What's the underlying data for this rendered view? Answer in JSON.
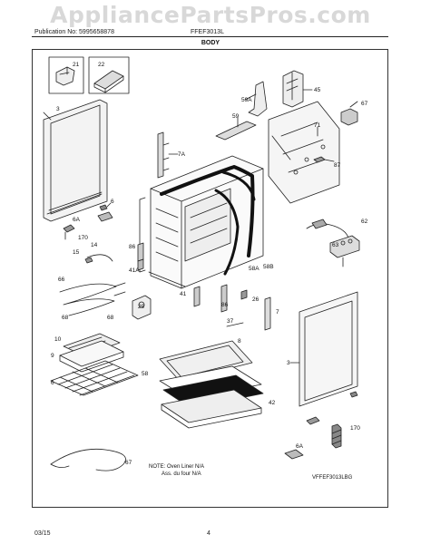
{
  "watermark": "AppliancePartsPros.com",
  "header": {
    "publication_label": "Publication No: 5995658878",
    "model": "FFEF3013L",
    "section_title": "BODY"
  },
  "callouts": {
    "c21": "21",
    "c22": "22",
    "c45": "45",
    "c59A": "59A",
    "c59": "59",
    "c71": "71",
    "c67a": "67",
    "c87": "87",
    "c3a": "3",
    "c7A": "7A",
    "c6a": "6",
    "c6Aa": "6A",
    "c170a": "170",
    "c62": "62",
    "c63": "63",
    "c15": "15",
    "c14": "14",
    "c86": "86",
    "c41A": "41A",
    "c58A": "58A",
    "c58B": "58B",
    "c66": "66",
    "c41": "41",
    "c29": "29",
    "c26": "26",
    "c86b": "86",
    "c68a": "68",
    "c68b": "68",
    "c7": "7",
    "c37": "37",
    "c10": "10",
    "c9": "9",
    "c8": "8",
    "c3b": "3",
    "c6b": "6",
    "c58": "58",
    "c42": "42",
    "c6Ab": "6A",
    "c170b": "170",
    "c67b": "67"
  },
  "notes": {
    "line1": "NOTE: Oven Liner N/A",
    "line2": "Ass. du four N/A",
    "ref": "VFFEF3013LBG"
  },
  "footer": {
    "date": "03/15",
    "page": "4"
  }
}
